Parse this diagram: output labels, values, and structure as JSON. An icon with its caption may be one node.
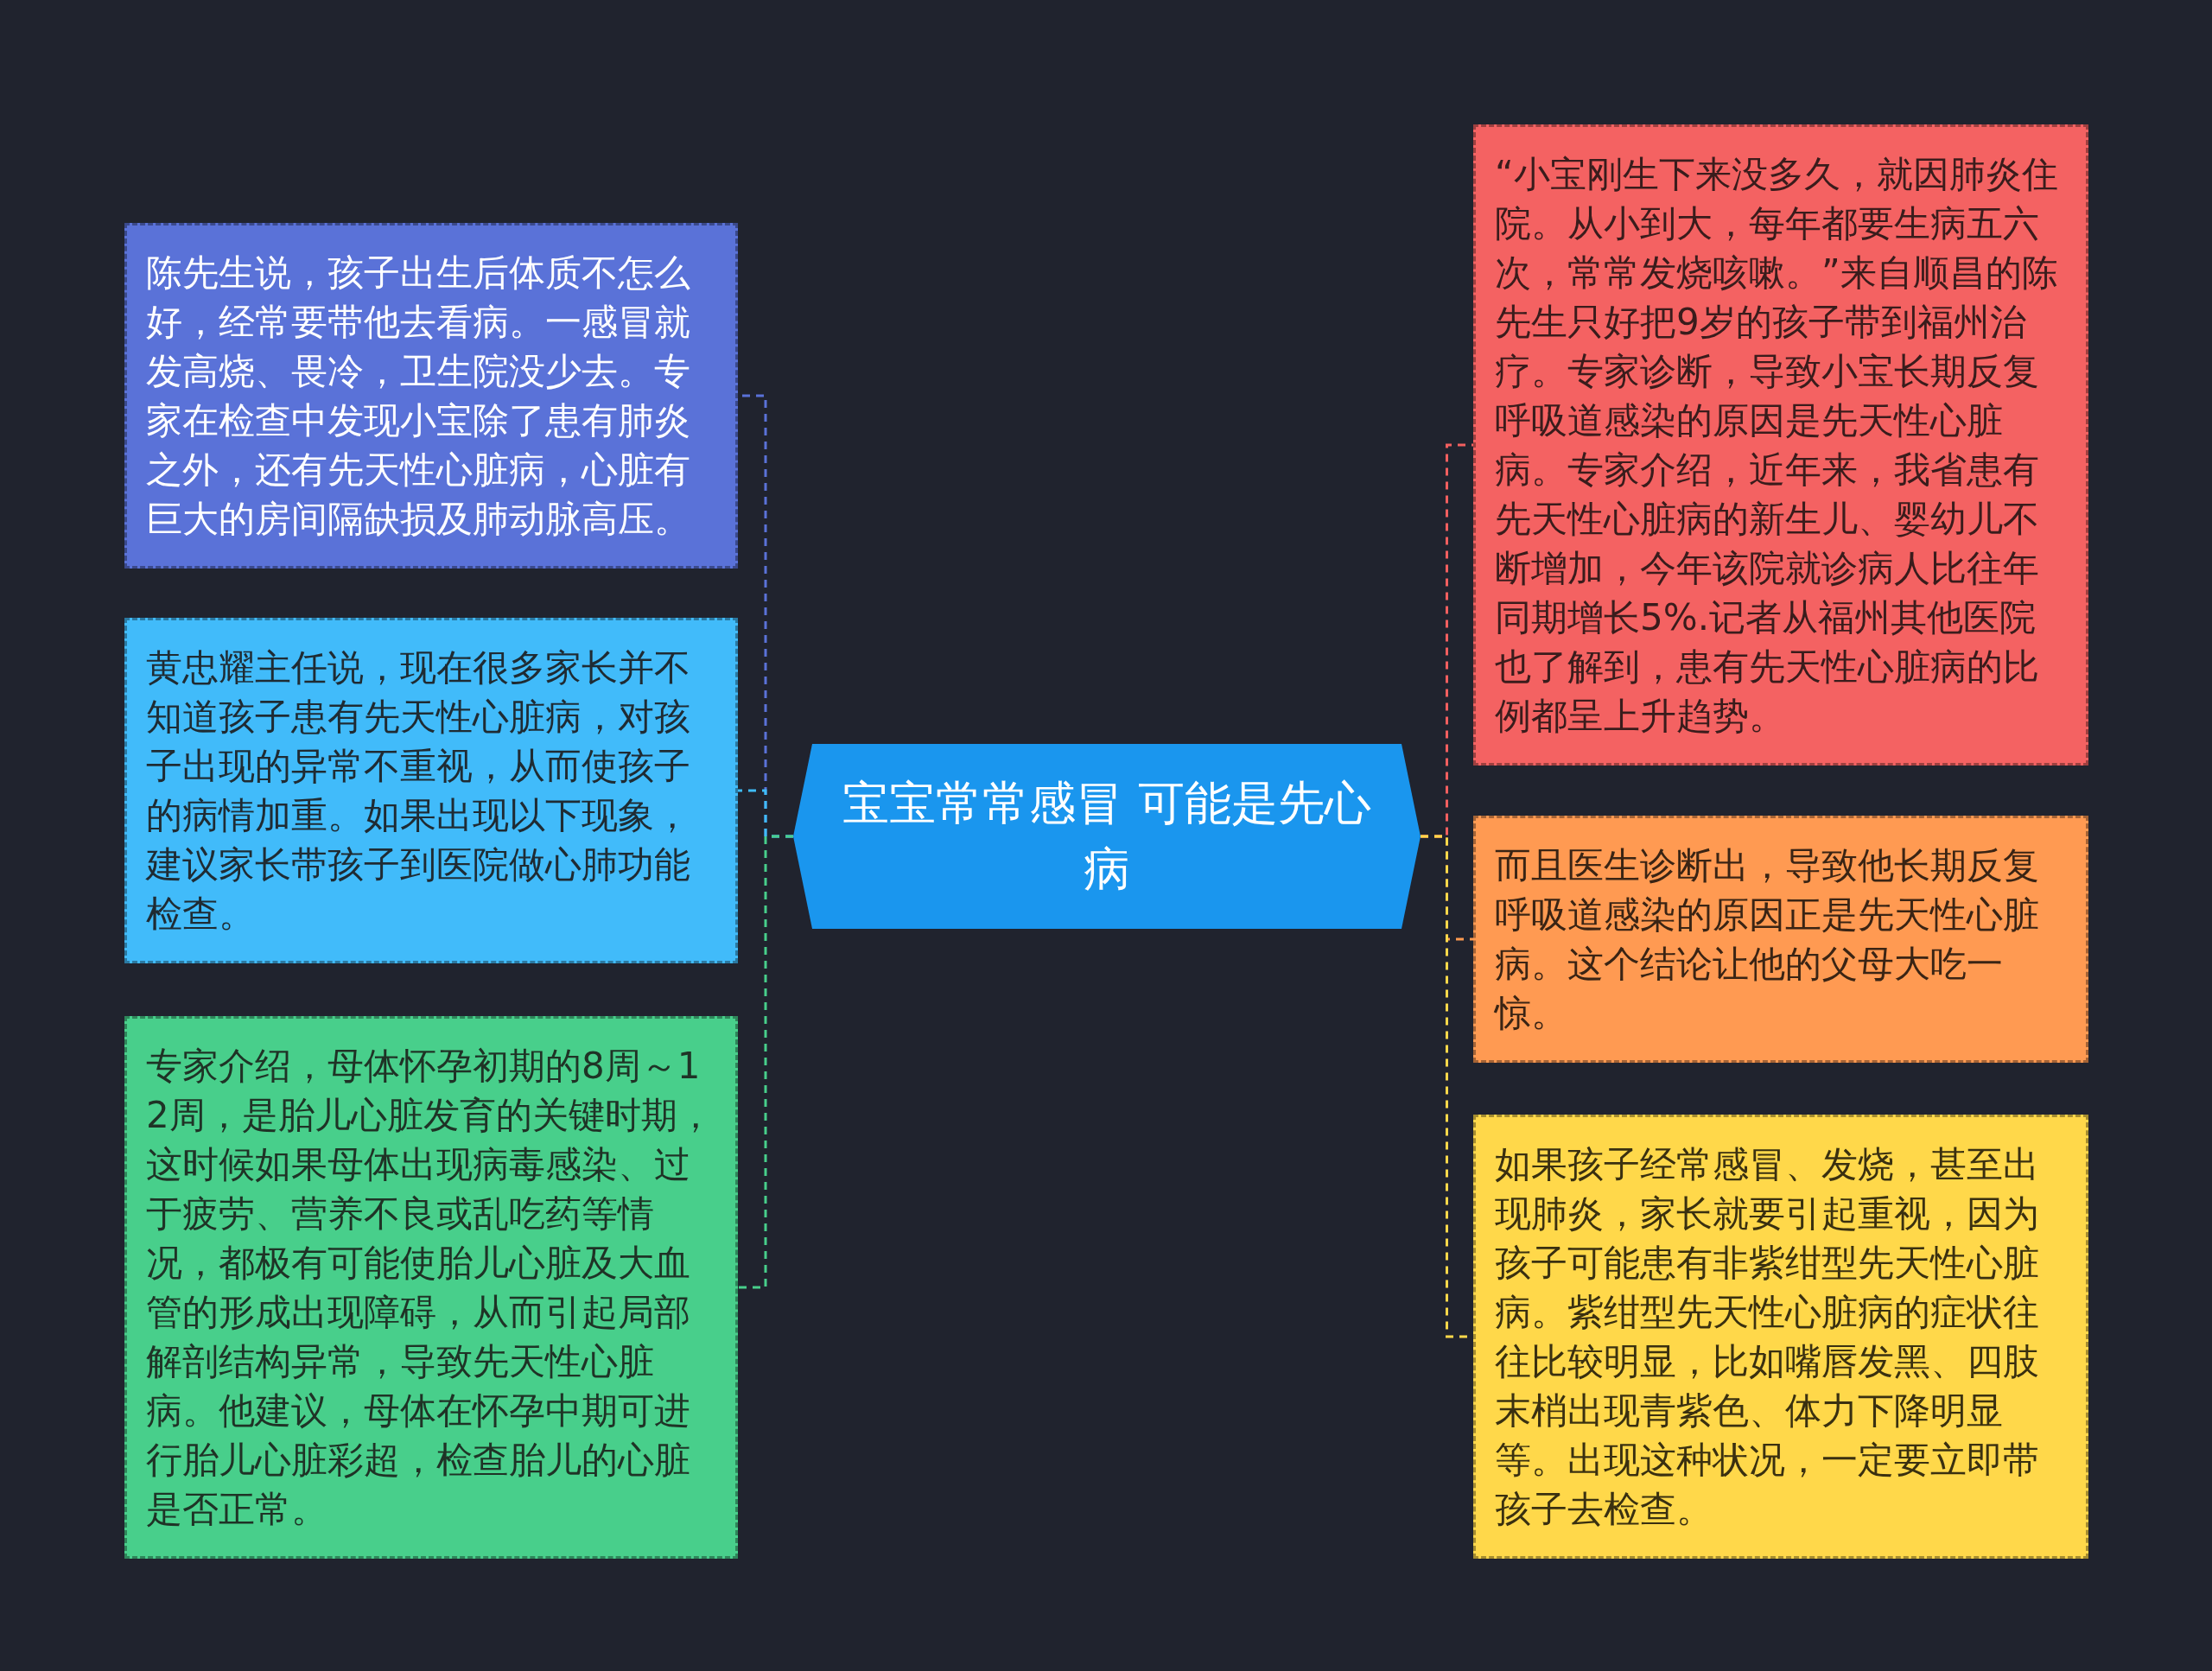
{
  "diagram": {
    "nodes": [
      {
        "text": [
          "宝宝常常感冒 可能是先心病"
        ]
      },
      {
        "text": [
          "陈先生说，孩子出生后体质不怎么好，经常要带他去看病。一感冒就发高烧、畏冷，卫生院没少去。专家在检查中发现小宝除了患有肺炎之外，还有先天性心脏病，心脏有巨大的房间隔缺损及肺动脉高压。"
        ]
      },
      {
        "text": [
          "黄忠耀主任说，现在很多家长并不知道孩子患有先天性心脏病，对孩子出现的异常不重视，从而使孩子的病情加重。如果出现以下现象，建议家长带孩子到医院做心肺功能检查。"
        ]
      },
      {
        "text": [
          "专家介绍，母体怀孕初期的8周～12周，是胎儿心脏发育的关键时期，这时候如果母体出现病毒感染、过于疲劳、营养不良或乱吃药等情况，都极有可能使胎儿心脏及大血管的形成出现障碍，从而引起局部解剖结构异常，导致先天性心脏病。他建议，母体在怀孕中期可进行胎儿心脏彩超，检查胎儿的心脏是否正常。"
        ]
      },
      {
        "text": [
          "“小宝刚生下来没多久，就因肺炎住院。从小到大，每年都要生病五六次，常常发烧咳嗽。”来自顺昌的陈先生只好把9岁的孩子带到福州治疗。专家诊断，导致小宝长期反复呼吸道感染的原因是先天性心脏病。专家介绍，近年来，我省患有先天性心脏病的新生儿、婴幼儿不断增加，今年该院就诊病人比往年同期增长5%.记者从福州其他医院也了解到，患有先天性心脏病的比例都呈上升趋势。"
        ]
      },
      {
        "text": [
          "而且医生诊断出，导致他长期反复呼吸道感染的原因正是先天性心脏病。这个结论让他的父母大吃一惊。"
        ]
      },
      {
        "text": [
          "如果孩子经常感冒、发烧，甚至出现肺炎，家长就要引起重视，因为孩子可能患有非紫绀型先天性心脏病。紫绀型先天性心脏病的症状往往比较明显，比如嘴唇发黑、四肢末梢出现青紫色、体力下降明显等。出现这种状况，一定要立即带孩子去检查。"
        ]
      }
    ],
    "edges": [
      {
        "from": 0,
        "to": 1,
        "arrow": "none",
        "style": "dashed",
        "color": "#5a72d8"
      },
      {
        "from": 0,
        "to": 2,
        "arrow": "none",
        "style": "dashed",
        "color": "#3fbcf7"
      },
      {
        "from": 0,
        "to": 3,
        "arrow": "none",
        "style": "dashed",
        "color": "#48cf8b"
      },
      {
        "from": 0,
        "to": 4,
        "arrow": "none",
        "style": "dashed",
        "color": "#f25f5f"
      },
      {
        "from": 0,
        "to": 5,
        "arrow": "none",
        "style": "dashed",
        "color": "#ff9a4f"
      },
      {
        "from": 0,
        "to": 6,
        "arrow": "none",
        "style": "dashed",
        "color": "#ffd84a"
      }
    ]
  }
}
